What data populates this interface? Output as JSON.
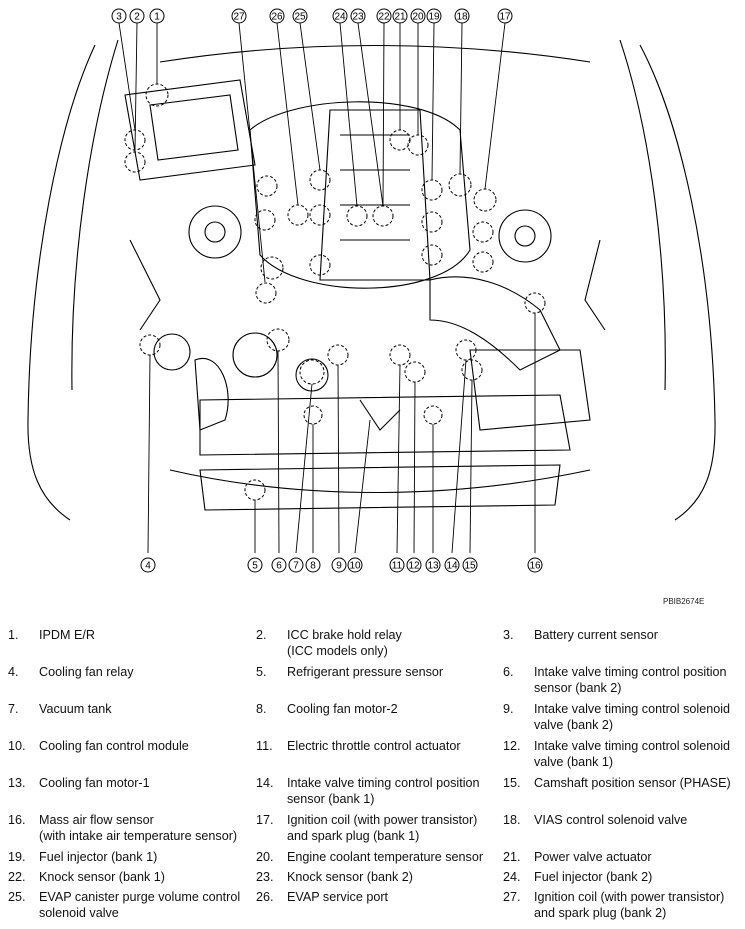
{
  "figure_code": "PBIB2674E",
  "callouts_top": [
    "3",
    "2",
    "1",
    "27",
    "26",
    "25",
    "24",
    "23",
    "22",
    "21",
    "20",
    "19",
    "18",
    "17"
  ],
  "callouts_bottom": [
    "4",
    "5",
    "6",
    "7",
    "8",
    "9",
    "10",
    "11",
    "12",
    "13",
    "14",
    "15",
    "16"
  ],
  "legend": [
    [
      {
        "num": "1.",
        "text": "IPDM E/R"
      },
      {
        "num": "2.",
        "text": "ICC brake hold relay\n(ICC models only)"
      },
      {
        "num": "3.",
        "text": "Battery current sensor"
      }
    ],
    [
      {
        "num": "4.",
        "text": "Cooling fan relay"
      },
      {
        "num": "5.",
        "text": "Refrigerant pressure sensor"
      },
      {
        "num": "6.",
        "text": "Intake valve timing control position\nsensor (bank 2)"
      }
    ],
    [
      {
        "num": "7.",
        "text": "Vacuum tank"
      },
      {
        "num": "8.",
        "text": "Cooling fan motor-2"
      },
      {
        "num": "9.",
        "text": "Intake valve timing control solenoid\nvalve (bank 2)"
      }
    ],
    [
      {
        "num": "10.",
        "text": "Cooling fan control module"
      },
      {
        "num": "11.",
        "text": "Electric throttle control actuator"
      },
      {
        "num": "12.",
        "text": "Intake valve timing control solenoid\nvalve (bank 1)"
      }
    ],
    [
      {
        "num": "13.",
        "text": "Cooling fan motor-1"
      },
      {
        "num": "14.",
        "text": "Intake valve timing control position\nsensor (bank 1)"
      },
      {
        "num": "15.",
        "text": "Camshaft position sensor (PHASE)"
      }
    ],
    [
      {
        "num": "16.",
        "text": "Mass air flow sensor\n(with intake air temperature sensor)"
      },
      {
        "num": "17.",
        "text": "Ignition coil (with power transistor)\nand spark plug (bank 1)"
      },
      {
        "num": "18.",
        "text": "VIAS control solenoid valve"
      }
    ],
    [
      {
        "num": "19.",
        "text": "Fuel injector (bank 1)"
      },
      {
        "num": "20.",
        "text": "Engine coolant temperature sensor"
      },
      {
        "num": "21.",
        "text": "Power valve actuator"
      }
    ],
    [
      {
        "num": "22.",
        "text": "Knock sensor (bank 1)"
      },
      {
        "num": "23.",
        "text": "Knock sensor (bank 2)"
      },
      {
        "num": "24.",
        "text": "Fuel injector (bank 2)"
      }
    ],
    [
      {
        "num": "25.",
        "text": "EVAP canister purge volume control\nsolenoid valve"
      },
      {
        "num": "26.",
        "text": "EVAP service port"
      },
      {
        "num": "27.",
        "text": "Ignition coil (with power transistor)\nand spark plug (bank 2)"
      }
    ]
  ]
}
